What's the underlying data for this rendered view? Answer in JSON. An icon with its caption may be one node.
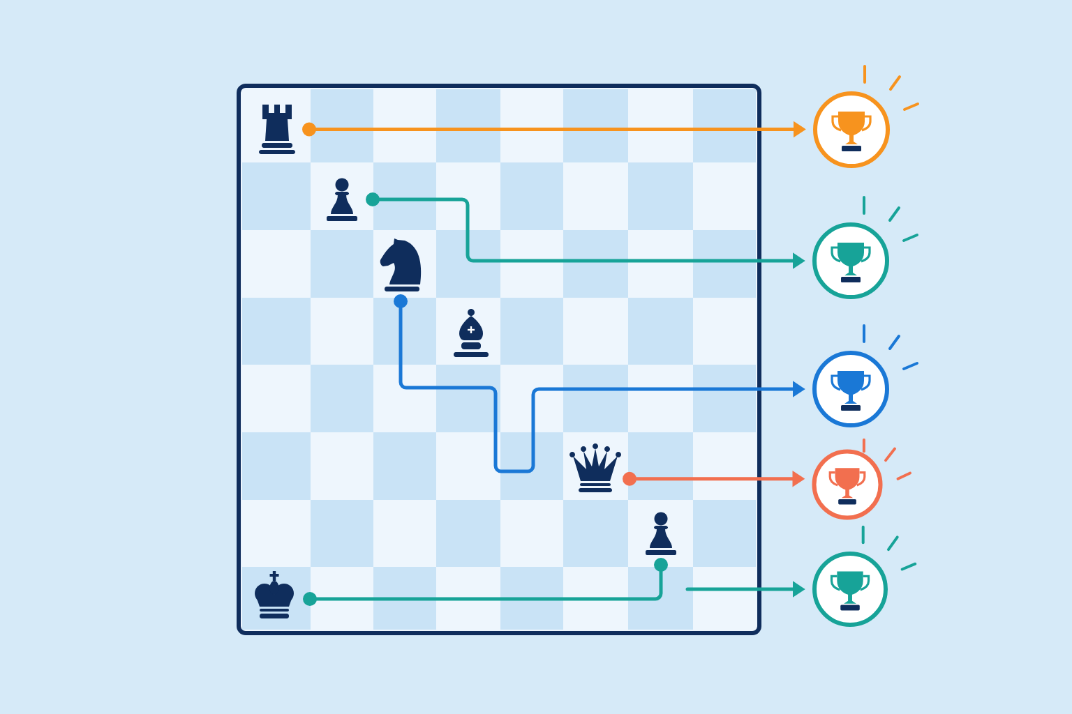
{
  "diagram": {
    "nodes": [
      {
        "text": [],
        "shape": "picture"
      },
      {
        "text": [],
        "shape": "picture"
      },
      {
        "text": [],
        "shape": "picture"
      },
      {
        "text": [],
        "shape": "picture"
      },
      {
        "text": [],
        "shape": "picture"
      },
      {
        "text": [],
        "shape": "picture"
      },
      {
        "text": [],
        "shape": "picture"
      },
      {
        "text": [],
        "shape": "circle"
      },
      {
        "text": [],
        "shape": "circle"
      },
      {
        "text": [],
        "shape": "circle"
      },
      {
        "text": [],
        "shape": "circle"
      },
      {
        "text": [],
        "shape": "circle"
      }
    ],
    "edges": [
      {
        "from": 0,
        "to": 7,
        "arrow": "to",
        "color": "#f7931e"
      },
      {
        "from": 1,
        "to": 8,
        "arrow": "to"
      },
      {
        "from": 2,
        "to": 9,
        "arrow": "to",
        "color": "#1a78d6"
      },
      {
        "from": 4,
        "to": 10,
        "arrow": "to",
        "color": "#f26f4f"
      },
      {
        "from": 6,
        "to": 5,
        "arrow": "other"
      },
      {
        "from": null,
        "to": 11,
        "arrow": "to"
      }
    ]
  }
}
